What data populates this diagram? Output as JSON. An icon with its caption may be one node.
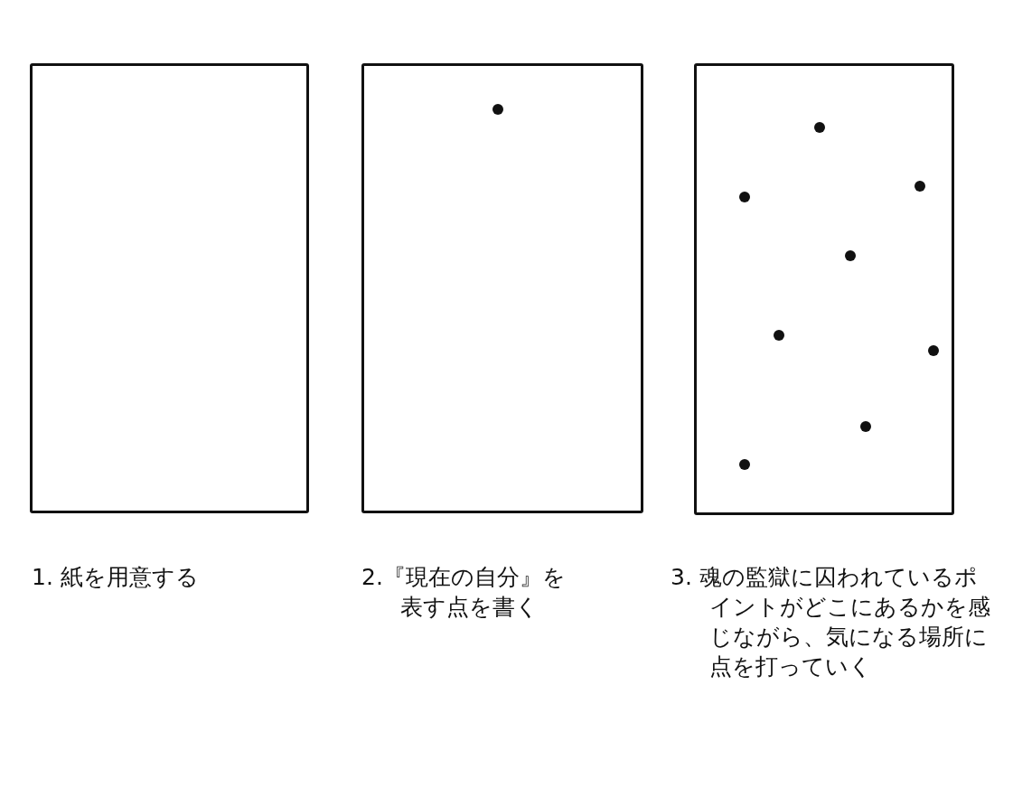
{
  "diagram": {
    "nodes": [
      {
        "text": [],
        "shape": "box",
        "beside": [
          "1. 紙を用意する"
        ]
      },
      {
        "text": [],
        "shape": "box",
        "beside": [
          "2.『現在の自分』を表す点を書く"
        ]
      },
      {
        "text": [],
        "shape": "box",
        "beside": [
          "3. 魂の監獄に囚われているポイントがどこにあるかを感じながら、気になる場所に点を打っていく"
        ]
      }
    ]
  }
}
